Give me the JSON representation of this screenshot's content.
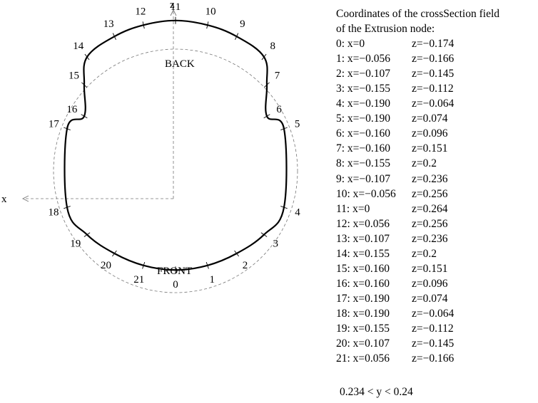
{
  "diagram": {
    "axis_labels": {
      "z": "z",
      "x": "x"
    },
    "region_labels": {
      "back": "BACK",
      "front": "FRONT"
    },
    "point_labels": [
      "0",
      "1",
      "2",
      "3",
      "4",
      "5",
      "6",
      "7",
      "8",
      "9",
      "10",
      "11",
      "12",
      "13",
      "14",
      "15",
      "16",
      "17",
      "18",
      "19",
      "20",
      "21"
    ],
    "points": [
      {
        "x": 0,
        "z": -0.174
      },
      {
        "x": -0.056,
        "z": -0.166
      },
      {
        "x": -0.107,
        "z": -0.145
      },
      {
        "x": -0.155,
        "z": -0.112
      },
      {
        "x": -0.19,
        "z": -0.064
      },
      {
        "x": -0.19,
        "z": 0.074
      },
      {
        "x": -0.16,
        "z": 0.096
      },
      {
        "x": -0.16,
        "z": 0.151
      },
      {
        "x": -0.155,
        "z": 0.2
      },
      {
        "x": -0.107,
        "z": 0.236
      },
      {
        "x": -0.056,
        "z": 0.256
      },
      {
        "x": 0,
        "z": 0.264
      },
      {
        "x": 0.056,
        "z": 0.256
      },
      {
        "x": 0.107,
        "z": 0.236
      },
      {
        "x": 0.155,
        "z": 0.2
      },
      {
        "x": 0.16,
        "z": 0.151
      },
      {
        "x": 0.16,
        "z": 0.096
      },
      {
        "x": 0.19,
        "z": 0.074
      },
      {
        "x": 0.19,
        "z": -0.064
      },
      {
        "x": 0.155,
        "z": -0.112
      },
      {
        "x": 0.107,
        "z": -0.145
      },
      {
        "x": 0.056,
        "z": -0.166
      }
    ]
  },
  "coordinates_panel": {
    "title_line1": "Coordinates of the crossSection field",
    "title_line2": "of the Extrusion node:",
    "rows": [
      {
        "x": "0: x=0",
        "z": "z=−0.174"
      },
      {
        "x": "1: x=−0.056",
        "z": "z=−0.166"
      },
      {
        "x": "2: x=−0.107",
        "z": "z=−0.145"
      },
      {
        "x": "3: x=−0.155",
        "z": "z=−0.112"
      },
      {
        "x": "4: x=−0.190",
        "z": "z=−0.064"
      },
      {
        "x": "5: x=−0.190",
        "z": "z=0.074"
      },
      {
        "x": "6: x=−0.160",
        "z": "z=0.096"
      },
      {
        "x": "7: x=−0.160",
        "z": "z=0.151"
      },
      {
        "x": "8: x=−0.155",
        "z": "z=0.2"
      },
      {
        "x": "9: x=−0.107",
        "z": "z=0.236"
      },
      {
        "x": "10: x=−0.056",
        "z": "z=0.256"
      },
      {
        "x": "11: x=0",
        "z": "z=0.264"
      },
      {
        "x": "12: x=0.056",
        "z": "z=0.256"
      },
      {
        "x": "13: x=0.107",
        "z": "z=0.236"
      },
      {
        "x": "14: x=0.155",
        "z": "z=0.2"
      },
      {
        "x": "15: x=0.160",
        "z": "z=0.151"
      },
      {
        "x": "16: x=0.160",
        "z": "z=0.096"
      },
      {
        "x": "17: x=0.190",
        "z": "z=0.074"
      },
      {
        "x": "18: x=0.190",
        "z": "z=−0.064"
      },
      {
        "x": "19: x=0.155",
        "z": "z=−0.112"
      },
      {
        "x": "20: x=0.107",
        "z": "z=−0.145"
      },
      {
        "x": "21: x=0.056",
        "z": "z=−0.166"
      }
    ]
  },
  "range_note": "0.234 < y < 0.24"
}
